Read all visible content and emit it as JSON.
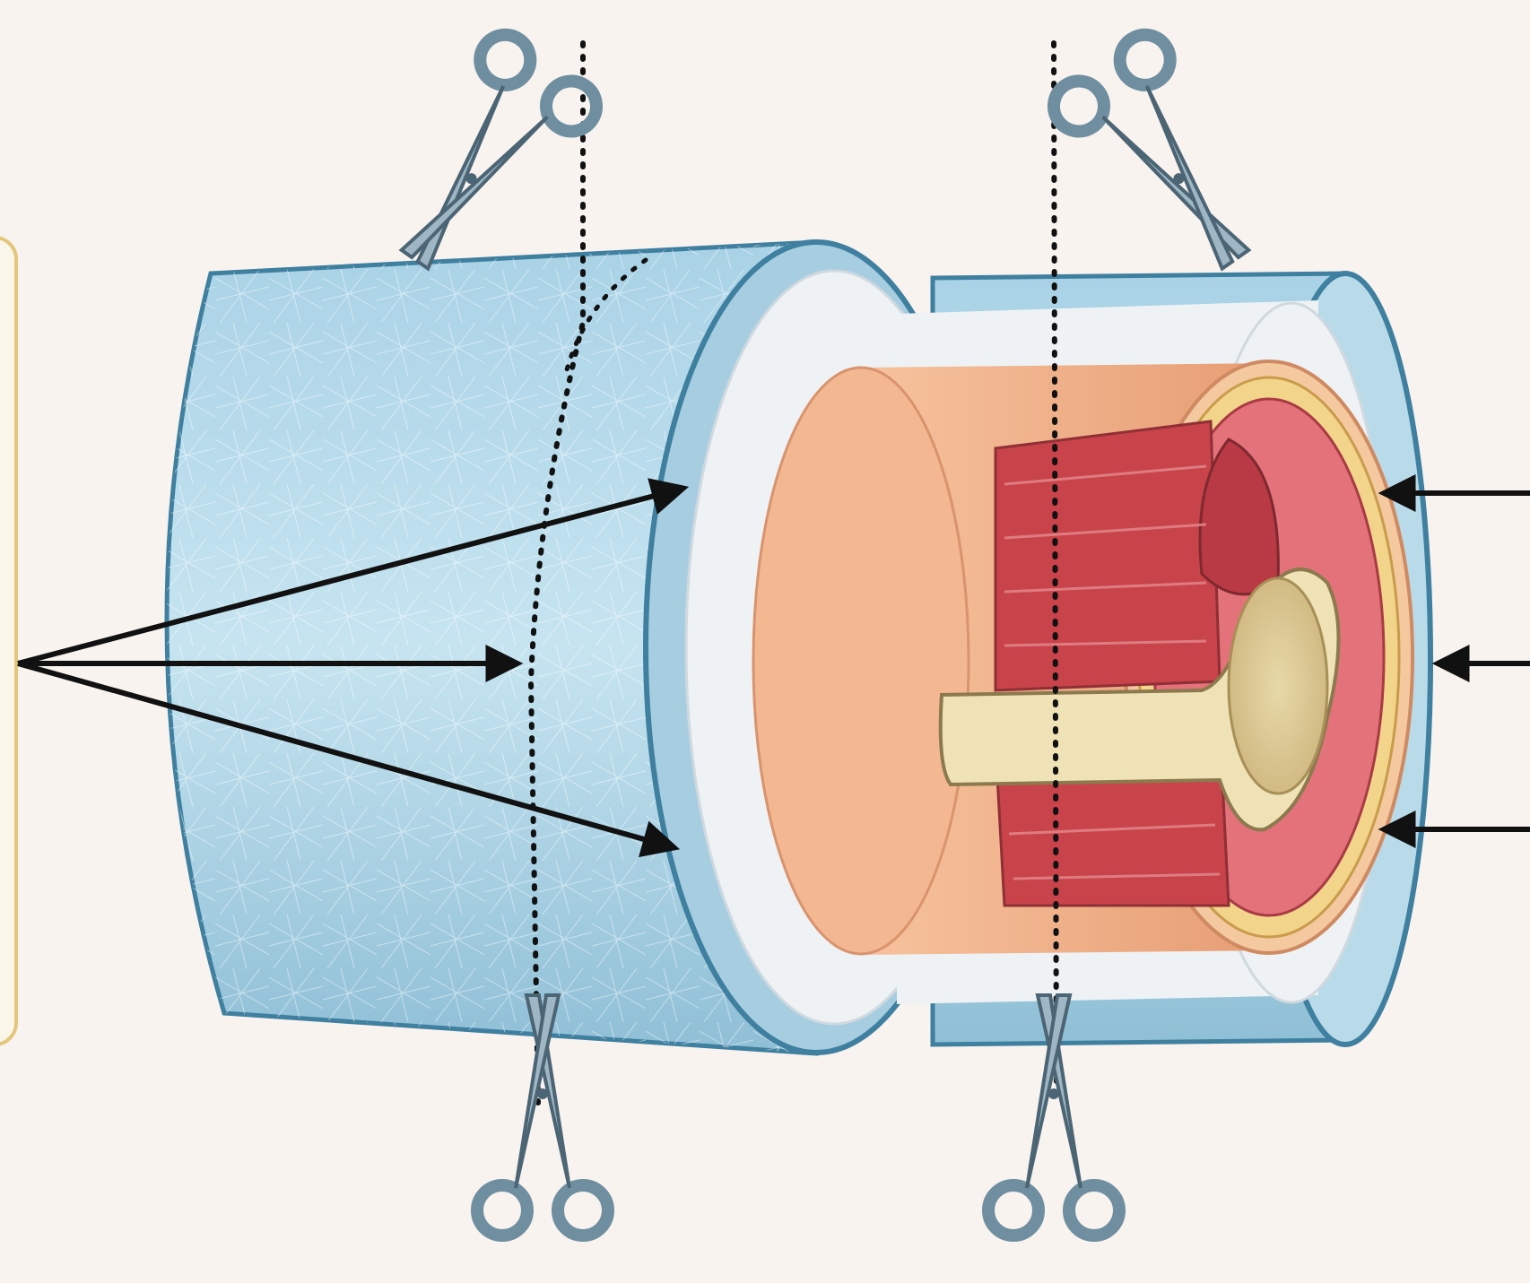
{
  "diagram": {
    "colors": {
      "background": "#f8f3ee",
      "cast": "#b9dbe9",
      "cast_edge": "#3f7f9f",
      "padding": "#eef2f5",
      "skin": "#f1b28a",
      "muscle": "#c9434a",
      "fat": "#f2d58a",
      "bone": "#eee2b6",
      "marrow": "#d9c38d",
      "label_box_border": "#e3c67a",
      "arrow": "#111111",
      "cut_line": "#111111",
      "scissors": "#6f8fa1"
    },
    "parts": [
      "cast-shell",
      "cotton-padding",
      "skin-layer",
      "fat-layer",
      "muscle",
      "bone",
      "marrow"
    ],
    "icons": [
      "scissors-icon",
      "scissors-icon",
      "scissors-icon",
      "scissors-icon"
    ]
  }
}
